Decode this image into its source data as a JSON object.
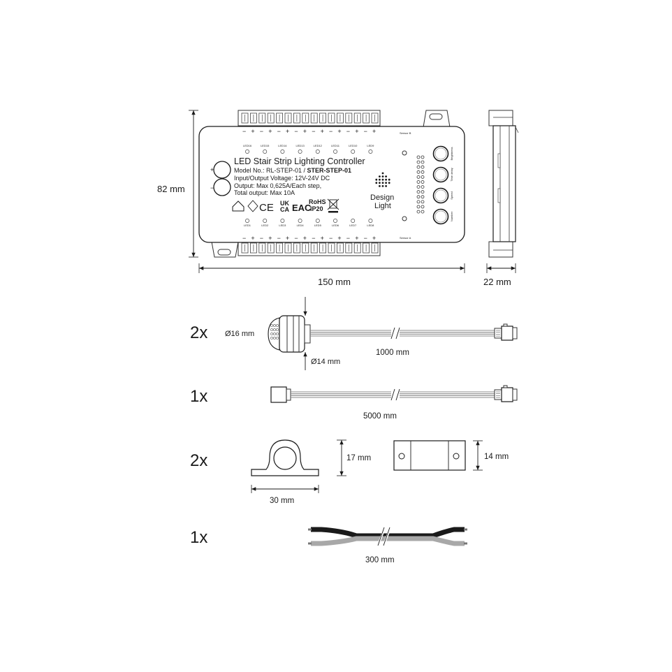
{
  "controller": {
    "title": "LED Stair Strip Lighting Controller",
    "model_prefix": "Model No.: RL-STEP-01 / ",
    "model_bold": "STER-STEP-01",
    "voltage": "Input/Output Voltage: 12V-24V DC",
    "output": "Output: Max 0,625A/Each step,",
    "total": "Total output: Max 10A",
    "plus_sign": "+",
    "minus_sign": "−",
    "rohs": "RoHS",
    "ip": "IP20",
    "ce": "CE",
    "uk_top": "UK",
    "uk_bottom": "CA",
    "eac": "EAC",
    "brand_top": "Design",
    "brand_bottom": "Light",
    "sensor_b": "Sensor B",
    "sensor_a": "Sensor A",
    "buttons": [
      "Brightness",
      "Time delay",
      "Speed",
      "Number"
    ],
    "top_led_labels": [
      "LED16",
      "LED15",
      "LED14",
      "LED13",
      "LED12",
      "LED11",
      "LED10",
      "LED9"
    ],
    "bottom_led_labels": [
      "LED1",
      "LED2",
      "LED3",
      "LED4",
      "LED5",
      "LED6",
      "LED7",
      "LED8"
    ]
  },
  "dimensions": {
    "height": "82 mm",
    "width": "150 mm",
    "depth": "22 mm"
  },
  "items": [
    {
      "qty": "2x",
      "diameter_outer": "Ø16 mm",
      "diameter_inner": "Ø14 mm",
      "length": "1000 mm"
    },
    {
      "qty": "1x",
      "length": "5000 mm"
    },
    {
      "qty": "2x",
      "width": "30 mm",
      "height": "17 mm",
      "side_height": "14 mm"
    },
    {
      "qty": "1x",
      "length": "300 mm"
    }
  ]
}
